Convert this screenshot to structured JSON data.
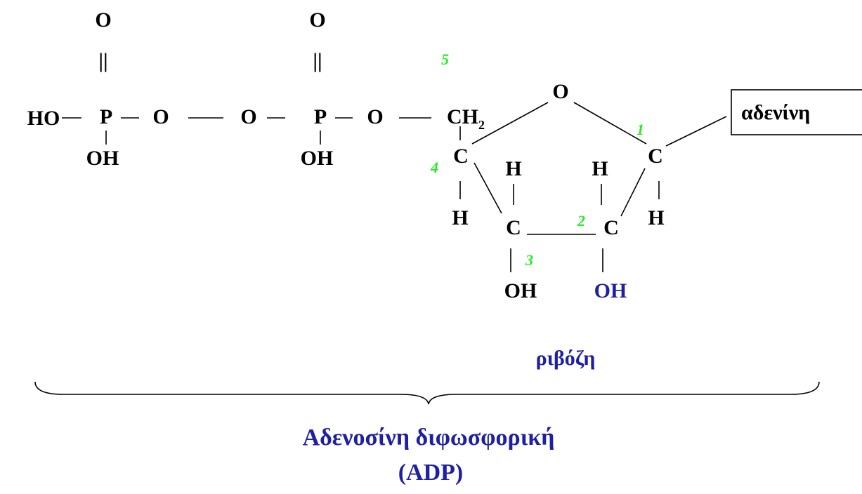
{
  "colors": {
    "atom": "#000000",
    "number": "#22ee22",
    "blue": "#1f1fa3",
    "background": "#ffffff"
  },
  "phosphate1": {
    "o_top": "O",
    "double_bond": "||",
    "p": "P",
    "ho": "HO",
    "oh": "OH"
  },
  "bridge_o1": "O",
  "bridge_o2": "O",
  "phosphate2": {
    "o_top": "O",
    "double_bond": "||",
    "p": "P",
    "oh": "OH"
  },
  "ester_o": "O",
  "ribose": {
    "c5": {
      "main": "CH",
      "sub": "2"
    },
    "ring_o": "O",
    "c4": "C",
    "c4_h": "H",
    "c3": "C",
    "c3_h": "H",
    "c3_oh": "OH",
    "c2": "C",
    "c2_h": "H",
    "c2_oh": "OH",
    "c1": "C",
    "c1_h": "H",
    "numbers": {
      "n1": "1",
      "n2": "2",
      "n3": "3",
      "n4": "4",
      "n5": "5"
    }
  },
  "base_label": "αδενίνη",
  "sugar_label": "ριβόζη",
  "title_line1": "Αδενοσίνη διφωσφορική",
  "title_line2": "(ADP)"
}
